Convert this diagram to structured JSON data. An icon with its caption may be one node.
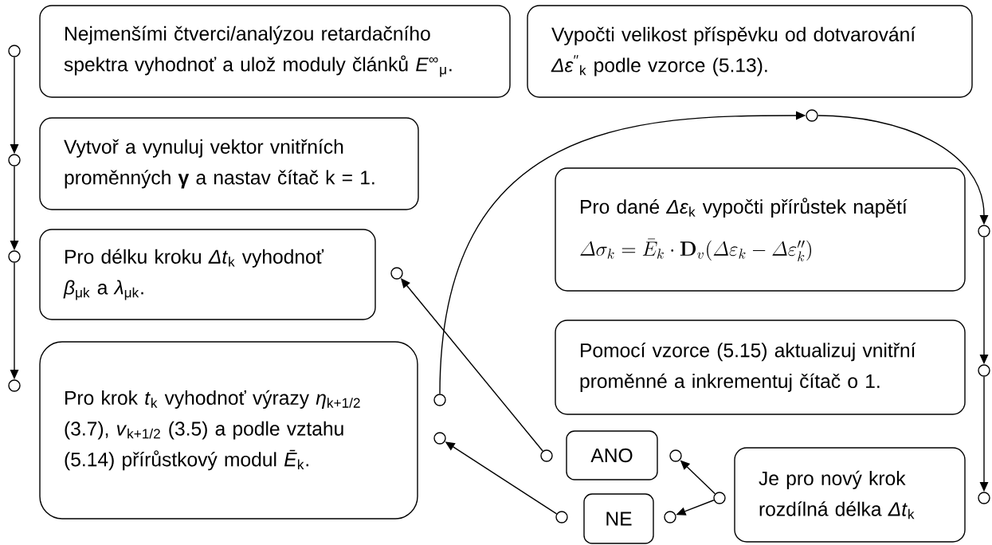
{
  "diagram": {
    "nodes": [
      {
        "text": [
          "Nejmenšími čtverci/analýzou retardačního spektra vyhodnoť a ulož moduly článků *E*$^{∞}$$_{μ}$."
        ]
      },
      {
        "text": [
          "Vytvoř a vynuluj vektor vnitřních proměnných **γ** a nastav čítač k = 1."
        ]
      },
      {
        "text": [
          "Pro délku kroku *Δt*$_{k}$ vyhodnoť *β*$_{μk}$ a *λ*$_{μk}$."
        ]
      },
      {
        "text": [
          "Pro krok *t*$_{k}$ vyhodnoť výrazy *η*$_{k+1/2}$ (3.7), *v*$_{k+1/2}$ (3.5) a podle vztahu (5.14) přírůstkový modul *Ē*$_{k}$."
        ]
      },
      {
        "text": [
          "Vypočti velikost příspěvku od dotvarování *Δε*$^{′′}$$_{k}$ podle vzorce (5.13)."
        ]
      },
      {
        "text": [
          "Pro dané *Δε*$_{k}$ vypočti přírůstek napětí",
          "\\varDelta\\sigma_k = \\bar{E}_k\\cdot\\mathbf{D}_v(\\varDelta\\varepsilon_k-\\varDelta\\varepsilon''_k)"
        ]
      },
      {
        "text": [
          "Pomocí vzorce (5.15) aktualizuj vnitřní proměnné a inkrementuj čítač o 1."
        ]
      },
      {
        "text": [
          "ANO"
        ]
      },
      {
        "text": [
          "NE"
        ]
      },
      {
        "text": [
          "Je pro nový krok rozdílná délka *Δt*$_{k}$"
        ]
      },
      {
        "text": [],
        "shape": "circle"
      },
      {
        "text": [],
        "shape": "circle"
      },
      {
        "text": [],
        "shape": "circle"
      },
      {
        "text": [],
        "shape": "circle"
      },
      {
        "text": [],
        "shape": "circle"
      },
      {
        "text": [],
        "shape": "circle"
      },
      {
        "text": [],
        "shape": "circle"
      },
      {
        "text": [],
        "shape": "circle"
      },
      {
        "text": [],
        "shape": "circle"
      },
      {
        "text": [],
        "shape": "circle"
      },
      {
        "text": [],
        "shape": "circle"
      },
      {
        "text": [],
        "shape": "circle"
      },
      {
        "text": [],
        "shape": "circle"
      },
      {
        "text": [],
        "shape": "circle"
      },
      {
        "text": [],
        "shape": "circle"
      },
      {
        "text": [],
        "shape": "circle"
      }
    ],
    "edges": [
      {
        "from": 10,
        "to": 11,
        "arrow": "to"
      },
      {
        "from": 11,
        "to": 12,
        "arrow": "to"
      },
      {
        "from": 12,
        "to": 13,
        "arrow": "to"
      },
      {
        "from": 22,
        "to": 23,
        "arrow": "to"
      },
      {
        "from": 23,
        "to": 24,
        "arrow": "to"
      },
      {
        "from": 24,
        "to": 25,
        "arrow": "to"
      },
      {
        "from": 21,
        "to": 18,
        "arrow": "to"
      },
      {
        "from": 21,
        "to": 20,
        "arrow": "to"
      },
      {
        "from": 17,
        "to": 14,
        "arrow": "to"
      },
      {
        "from": 19,
        "to": 16,
        "arrow": "to"
      },
      {
        "from": 15,
        "to": 22,
        "arrow": "to"
      }
    ]
  }
}
